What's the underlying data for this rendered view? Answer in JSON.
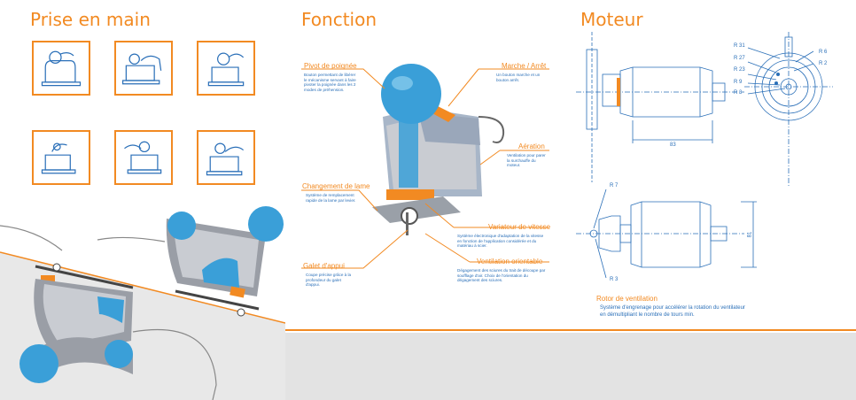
{
  "sections": {
    "prise_en_main": "Prise en main",
    "fonction": "Fonction",
    "moteur": "Moteur"
  },
  "callouts": {
    "pivot": {
      "title": "Pivot de poignée",
      "text": "Bouton permettant de libérer le mécanisme servant à faire pivoter la poignée dans les 2 modes de préhension."
    },
    "marche": {
      "title": "Marche / Arrêt",
      "text": "Un bouton marche et un bouton arrêt."
    },
    "aeration": {
      "title": "Aération",
      "text": "Ventilation pour parer la surchauffe du moteur."
    },
    "changement": {
      "title": "Changement de lame",
      "text": "Système de remplacement rapide de la lame par levier."
    },
    "variateur": {
      "title": "Variateur de vitesse",
      "text": "Système électronique d'adaptation de la vitesse en fonction de l'application considérée et du matériau à scier."
    },
    "galet": {
      "title": "Galet d'appui",
      "text": "Coupe précise grâce à la profondeur du galet d'appui."
    },
    "ventilation": {
      "title": "Ventilation orientable",
      "text": "Dégagement des sciures du trait de découpe par soufflage d'air. Choix de l'orientation du dégagement des sciures."
    }
  },
  "motor_dims": {
    "r31": "R 31",
    "r27": "R 27",
    "r23": "R 23",
    "r9": "R 9",
    "r3": "R 3",
    "r6": "R 6",
    "r2": "R 2",
    "d83": "83",
    "d81": "81",
    "r7": "R 7",
    "r3b": "R 3"
  },
  "rotor": {
    "title": "Rotor de ventilation",
    "text": "Système d'engrenage pour accélérer la rotation du ventilateur en démultipliant le nombre de tours min."
  },
  "colors": {
    "accent": "#f28a22",
    "blue": "#2a6fb8",
    "tool_blue": "#3a9fd8",
    "grey": "#c9ccd2"
  }
}
